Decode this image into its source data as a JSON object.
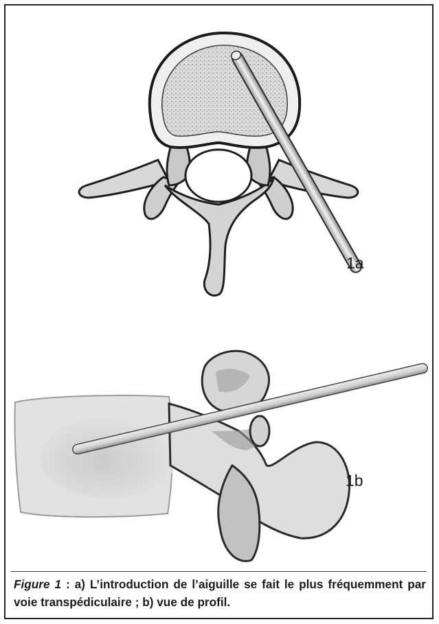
{
  "panels": {
    "a": {
      "label": "1a"
    },
    "b": {
      "label": "1b"
    }
  },
  "caption": {
    "figure_ref": "Figure 1",
    "separator": " : ",
    "text": "a) L’introduction de l’aiguille se fait le plus fréquemment par voie transpédiculaire ; b) vue de profil."
  },
  "colors": {
    "frame": "#222222",
    "bone_light": "#e6e6e6",
    "bone_mid": "#bdbdbd",
    "bone_dark": "#7a7a7a",
    "outline": "#1e1e1e",
    "needle": "#d9d9d9"
  }
}
